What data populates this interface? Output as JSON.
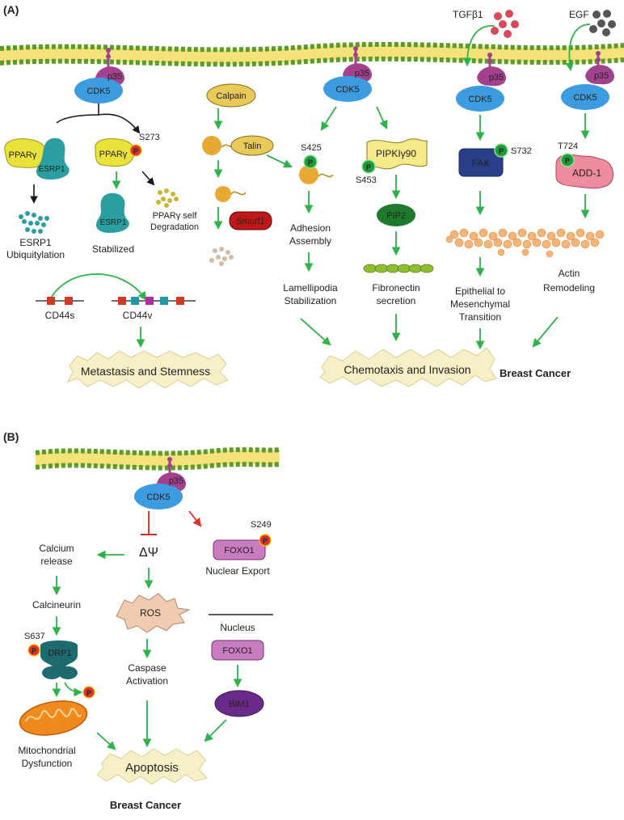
{
  "panel_a": {
    "label": "(A)",
    "cdk5": "CDK5",
    "p35": "p35",
    "tgfb1": "TGFβ1",
    "egf": "EGF",
    "ppar_g": "PPARγ",
    "esrp1": "ESRP1",
    "s273": "S273",
    "esrp1_ubiq_1": "ESRP1",
    "esrp1_ubiq_2": "Ubiquitylation",
    "ppar_self_1": "PPARγ self",
    "ppar_self_2": "Degradation",
    "stabilized": "Stabilized",
    "cd44s": "CD44s",
    "cd44v": "CD44v",
    "metastasis": "Metastasis and Stemness",
    "calpain": "Calpain",
    "talin": "Talin",
    "smurf1": "Smurf1",
    "s425": "S425",
    "adhesion_1": "Adhesion",
    "adhesion_2": "Assembly",
    "lamellipodia_1": "Lamellipodia",
    "lamellipodia_2": "Stabilization",
    "pipki": "PIPKIγ90",
    "s453": "S453",
    "pip2": "PIP2",
    "fibronectin_1": "Fibronectin",
    "fibronectin_2": "secretion",
    "fak": "FAK",
    "s732": "S732",
    "t724": "T724",
    "add1": "ADD-1",
    "emt_1": "Epithelial to",
    "emt_2": "Mesenchymal",
    "emt_3": "Transition",
    "actin_1": "Actin",
    "actin_2": "Remodeling",
    "chemotaxis": "Chemotaxis and Invasion",
    "breast_cancer": "Breast Cancer",
    "p": "P"
  },
  "panel_b": {
    "label": "(B)",
    "cdk5": "CDK5",
    "p35": "p35",
    "delta_psi": "ΔΨ",
    "s249": "S249",
    "foxo1": "FOXO1",
    "nuclear_export": "Nuclear Export",
    "calcium_1": "Calcium",
    "calcium_2": "release",
    "calcineurin": "Calcineurin",
    "s637": "S637",
    "drp1": "DRP1",
    "ros": "ROS",
    "nucleus": "Nucleus",
    "caspase_1": "Caspase",
    "caspase_2": "Activation",
    "bim1": "BIM1",
    "mito_1": "Mitochondrial",
    "mito_2": "Dysfunction",
    "apoptosis": "Apoptosis",
    "breast_cancer": "Breast Cancer",
    "p": "P"
  },
  "colors": {
    "arrow_green": "#2eb24a",
    "arrow_black": "#1a1a1a",
    "arrow_red": "#e0342b",
    "membrane_yellow": "#f6e27a",
    "membrane_bead": "#5d9a2b",
    "cdk5_blue": "#3d9be0",
    "p35_purple": "#a4418e",
    "ppar_yellow": "#e8e23a",
    "esrp1_teal": "#2a9ea0",
    "phospho_red": "#e0342b",
    "phospho_green": "#1e9b3d",
    "breast_cancer_red": "#d32a20",
    "outcome_fill": "#f7f0c6"
  }
}
